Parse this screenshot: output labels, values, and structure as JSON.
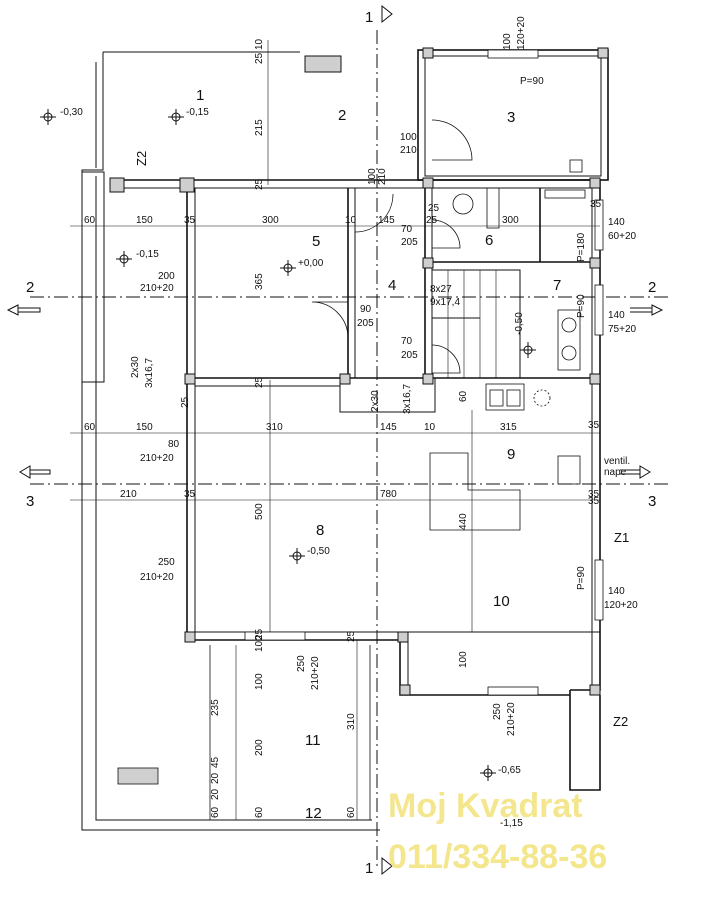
{
  "rooms": [
    "1",
    "2",
    "3",
    "4",
    "5",
    "6",
    "7",
    "8",
    "9",
    "10",
    "11",
    "12"
  ],
  "levels": [
    "-0,30",
    "-0,15",
    "-0,15",
    "+0,00",
    "-0,50",
    "-0,65",
    "-1,15",
    "-0,50"
  ],
  "section_marks": [
    "1",
    "1",
    "2",
    "2",
    "3",
    "3"
  ],
  "tags": [
    "Z2",
    "Z1",
    "Z2"
  ],
  "dims_top": [
    "25",
    "10",
    "215",
    "25",
    "100",
    "120+20",
    "P=90",
    "100",
    "210",
    "100",
    "210",
    "25"
  ],
  "dims_row1": [
    "60",
    "150",
    "35",
    "300",
    "10",
    "145",
    "25",
    "300",
    "35"
  ],
  "dims_mid": [
    "200",
    "210+20",
    "365",
    "70",
    "205",
    "8x27",
    "9x17,4",
    "90",
    "205",
    "70",
    "205",
    "140",
    "60+20",
    "P=180",
    "P=90",
    "140",
    "75+20",
    "2x30",
    "3x16,7",
    "2x30",
    "3x16,7",
    "25",
    "25",
    "60"
  ],
  "dims_row2": [
    "60",
    "150",
    "310",
    "145",
    "10",
    "315",
    "35",
    "35",
    "80",
    "210+20",
    "ventil.",
    "nape"
  ],
  "dims_row3": [
    "210",
    "35",
    "780",
    "35",
    "500",
    "440",
    "250",
    "210+20",
    "P=90",
    "140",
    "120+20"
  ],
  "dims_low": [
    "100",
    "100",
    "25",
    "25",
    "250",
    "210+20",
    "100",
    "250",
    "210+20",
    "235",
    "200",
    "310",
    "20",
    "45",
    "20",
    "60",
    "60",
    "60"
  ],
  "watermark": [
    "Moj Kvadrat",
    "011/334-88-36"
  ]
}
